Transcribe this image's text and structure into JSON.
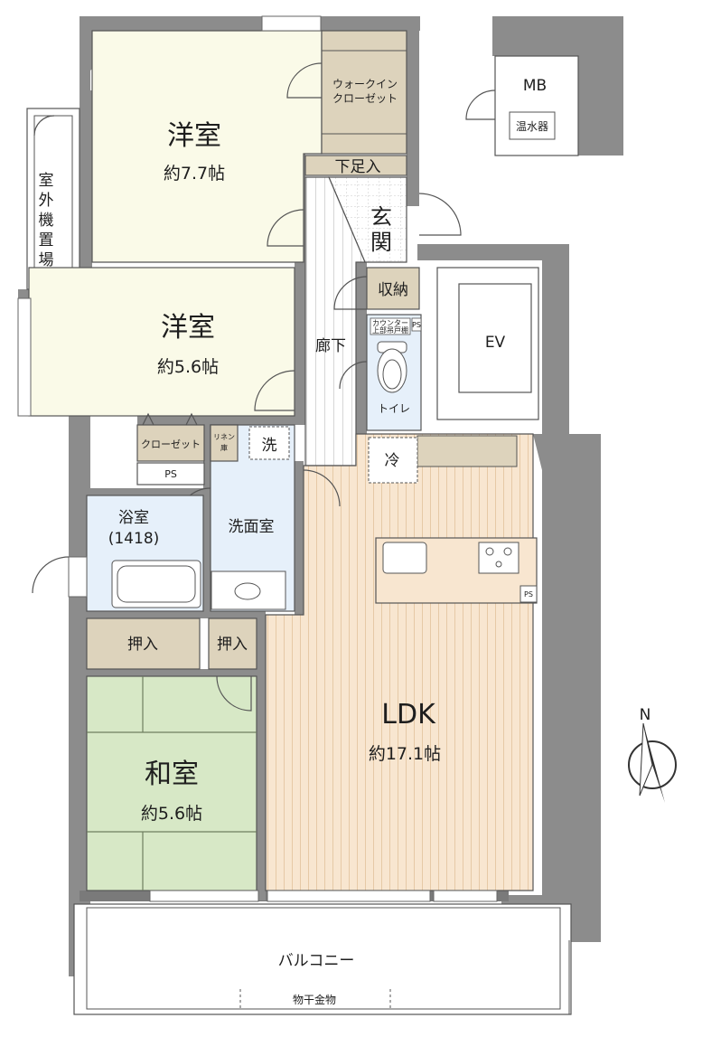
{
  "rooms": {
    "western_room_1": {
      "name": "洋室",
      "area": "約7.7帖"
    },
    "western_room_2": {
      "name": "洋室",
      "area": "約5.6帖"
    },
    "japanese_room": {
      "name": "和室",
      "area": "約5.6帖"
    },
    "ldk": {
      "name": "LDK",
      "area": "約17.1帖"
    }
  },
  "labels": {
    "walk_in_closet_1": "ウォークイン",
    "walk_in_closet_2": "クローゼット",
    "shoe_box": "下足入",
    "entrance_1": "玄",
    "entrance_2": "関",
    "storage": "収納",
    "hallway": "廊下",
    "toilet": "トイレ",
    "counter_1": "カウンター",
    "counter_2": "上部吊戸棚",
    "ps": "PS",
    "closet": "クローゼット",
    "linen_1": "リネン",
    "linen_2": "庫",
    "washer": "洗",
    "fridge": "冷",
    "bathroom": "浴室",
    "bathroom_size": "(1418)",
    "washroom": "洗面室",
    "oshiire": "押入",
    "balcony": "バルコニー",
    "drying_hardware": "物干金物",
    "outdoor_unit": [
      "室",
      "外",
      "機",
      "置",
      "場"
    ],
    "mb": "MB",
    "water_heater": "温水器",
    "elevator": "EV",
    "north": "N"
  },
  "colors": {
    "wall": "#8c8c8c",
    "western_floor": "#fafae8",
    "storage_fill": "#ddd3bc",
    "wet_area": "#e6f0fa",
    "ldk_floor": "#f8e6d0",
    "tatami": "#d7e8c6",
    "balcony": "#ffffff"
  }
}
